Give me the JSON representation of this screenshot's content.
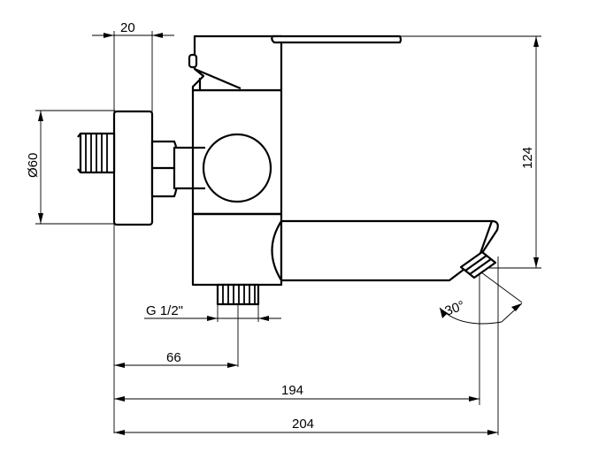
{
  "dimensions": {
    "width_top": "20",
    "diameter": "Ø60",
    "height": "124",
    "thread": "G 1/2\"",
    "inlet_offset": "66",
    "spout_length": "194",
    "total_length": "204",
    "angle": "30°"
  }
}
